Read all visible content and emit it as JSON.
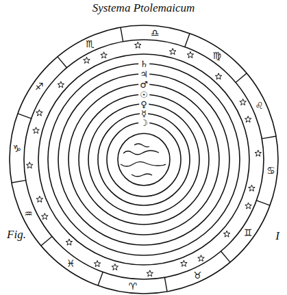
{
  "diagram": {
    "title": "Systema Ptolemaicum",
    "labels": [
      "♏",
      "♎",
      "♍",
      "♌",
      "♋",
      "♊",
      "♉",
      "♈",
      "♓",
      "♒",
      "♑",
      "♐",
      "♄",
      "♃",
      "♂",
      "☉",
      "♀",
      "☿",
      "☽",
      "Fig.",
      "I"
    ]
  }
}
